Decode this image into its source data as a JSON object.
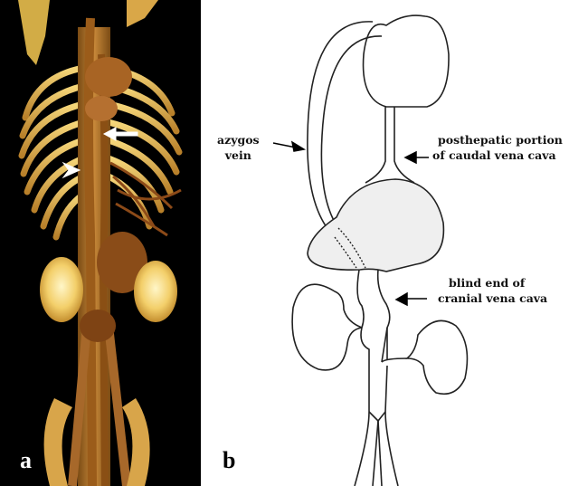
{
  "panel_a": {
    "letter": "a",
    "image": "3d-ct-volume-rendering-of-abdomen",
    "arrow_colors": "#ffffff"
  },
  "panel_b": {
    "letter": "b",
    "labels": {
      "azygos": [
        "azygos",
        "vein"
      ],
      "posthepatic": [
        "posthepatic portion",
        "of caudal vena cava"
      ],
      "blind_end": [
        "blind end of",
        "cranial vena cava"
      ]
    },
    "colors": {
      "liver_fill": "#efefef",
      "stroke": "#222222"
    }
  }
}
